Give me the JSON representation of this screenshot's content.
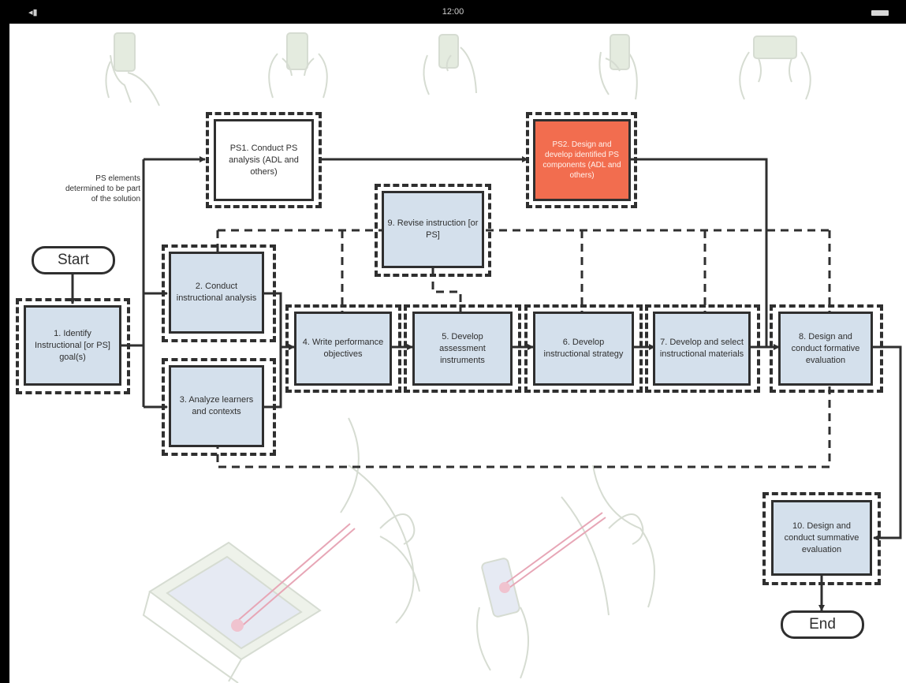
{
  "status_bar": {
    "time": "12:00",
    "signal": "◂▮"
  },
  "terminals": {
    "start": "Start",
    "end": "End"
  },
  "side_note": "PS elements determined to be part of the solution",
  "steps": {
    "s1": "1. Identify Instructional [or PS] goal(s)",
    "s2": "2. Conduct instructional analysis",
    "s3": "3. Analyze learners and contexts",
    "s4": "4. Write performance objectives",
    "s5": "5. Develop assessment instruments",
    "s6": "6. Develop instructional strategy",
    "s7": "7. Develop and select instructional materials",
    "s8": "8. Design and conduct formative evaluation",
    "s9": "9. Revise instruction [or PS]",
    "s10": "10. Design and conduct summative evaluation",
    "ps1": "PS1. Conduct PS analysis (ADL and others)",
    "ps2": "PS2. Design and develop identified PS components (ADL and others)"
  },
  "colors": {
    "step_fill": "#d4e0ec",
    "ps2_fill": "#f26d4f",
    "line": "#2f2f2f",
    "sketch": "#d6dcd2",
    "laser": "#e7a6b6"
  },
  "background_sketches": [
    "hand-holding-phone-icon",
    "two-hands-phone-icon",
    "finger-tap-phone-icon",
    "hand-phone-tap-icon",
    "hands-landscape-phone-icon",
    "laptop-pointing-icon",
    "phone-pointing-icon"
  ]
}
